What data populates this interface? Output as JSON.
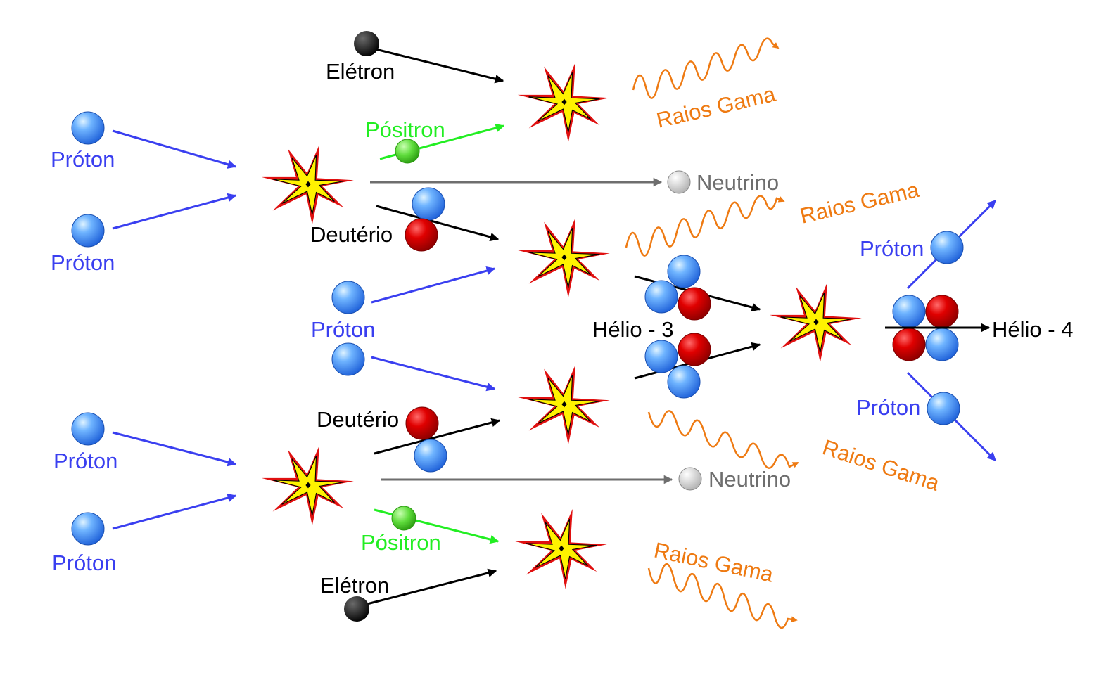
{
  "labels": {
    "proton": "Próton",
    "electron": "Elétron",
    "positron": "Pósitron",
    "neutrino": "Neutrino",
    "deuterium": "Deutério",
    "gamma": "Raios Gama",
    "helium3": "Hélio - 3",
    "helium4": "Hélio - 4"
  },
  "colors": {
    "proton_arrow": "#3a3ff0",
    "electron_arrow": "#000000",
    "positron_arrow": "#22ee22",
    "neutrino_arrow": "#6e6e6e",
    "gamma": "#ee7a12",
    "proton_particle": "#4a90f0",
    "neutron_particle": "#dd0000",
    "explosion_outer": "#e01010",
    "explosion_inner": "#fff200"
  },
  "icons": {
    "proton": "blue-sphere",
    "neutron": "red-sphere",
    "electron": "black-sphere",
    "positron": "green-sphere",
    "neutrino": "gray-sphere",
    "collision": "explosion-star",
    "gamma_ray": "wavy-arrow"
  }
}
